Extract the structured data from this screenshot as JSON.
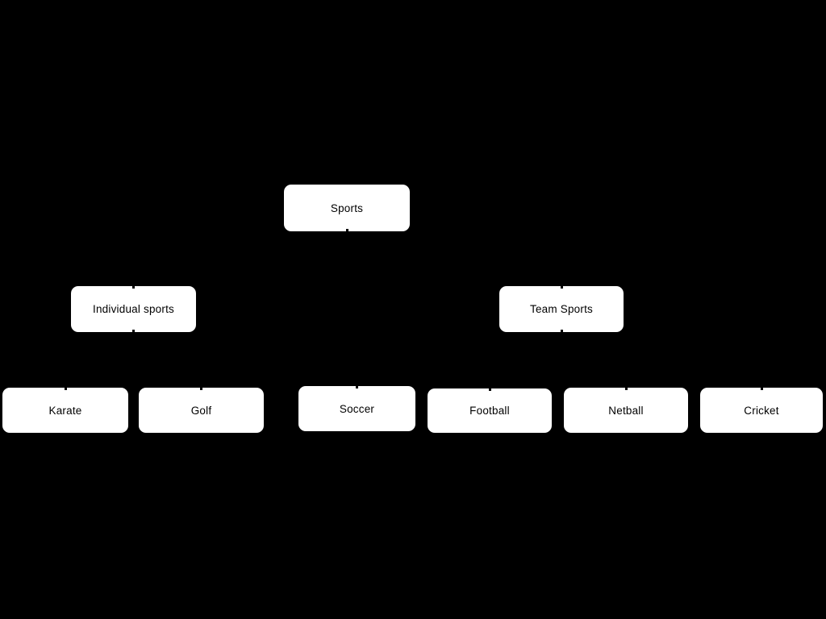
{
  "page": {
    "background_color": "#000000"
  },
  "diagram": {
    "type": "tree",
    "node_fill_color": "#ffffff",
    "node_text_color": "#000000",
    "connector_color": "#000000",
    "nodes": [
      {
        "id": "sports",
        "label": "Sports",
        "level": 0,
        "stubs": [
          "bottom"
        ]
      },
      {
        "id": "individual-sports",
        "label": "Individual sports",
        "level": 1,
        "stubs": [
          "top",
          "bottom"
        ]
      },
      {
        "id": "team-sports",
        "label": "Team Sports",
        "level": 1,
        "stubs": [
          "top",
          "bottom"
        ]
      },
      {
        "id": "karate",
        "label": "Karate",
        "level": 2,
        "stubs": [
          "top"
        ]
      },
      {
        "id": "golf",
        "label": "Golf",
        "level": 2,
        "stubs": [
          "top"
        ]
      },
      {
        "id": "soccer",
        "label": "Soccer",
        "level": 2,
        "stubs": [
          "top"
        ]
      },
      {
        "id": "football",
        "label": "Football",
        "level": 2,
        "stubs": [
          "top"
        ]
      },
      {
        "id": "netball",
        "label": "Netball",
        "level": 2,
        "stubs": [
          "top"
        ]
      },
      {
        "id": "cricket",
        "label": "Cricket",
        "level": 2,
        "stubs": [
          "top"
        ]
      }
    ]
  }
}
